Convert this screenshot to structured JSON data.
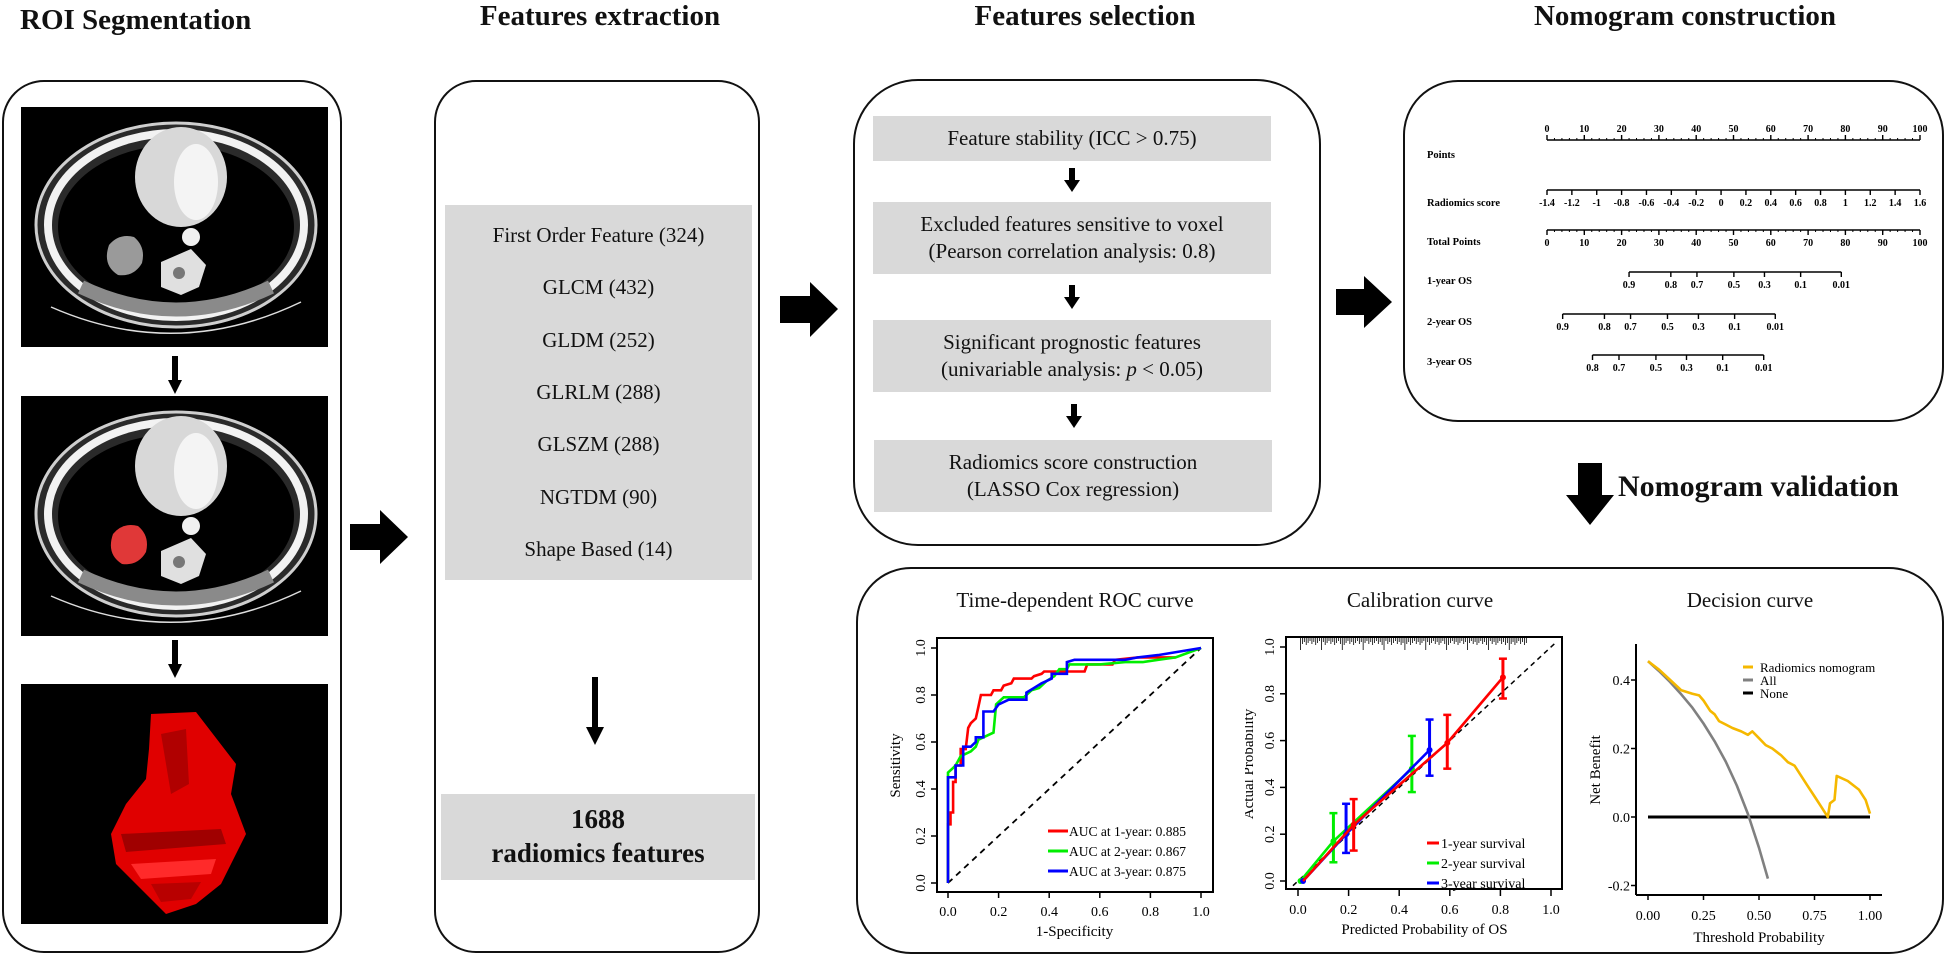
{
  "stages": {
    "roi": {
      "title": "ROI Segmentation"
    },
    "extraction": {
      "title": "Features extraction",
      "feature_groups": [
        {
          "label": "First Order Feature (324)"
        },
        {
          "label": "GLCM (432)"
        },
        {
          "label": "GLDM (252)"
        },
        {
          "label": "GLRLM (288)"
        },
        {
          "label": "GLSZM (288)"
        },
        {
          "label": "NGTDM (90)"
        },
        {
          "label": "Shape Based (14)"
        }
      ],
      "total_count": "1688",
      "total_label": "radiomics features"
    },
    "selection": {
      "title": "Features selection",
      "steps": [
        {
          "line1": "Feature stability (ICC > 0.75)",
          "line2": ""
        },
        {
          "line1": "Excluded features sensitive to voxel",
          "line2": "(Pearson correlation analysis: 0.8)"
        },
        {
          "line1": "Significant prognostic features",
          "line2_pre": "(univariable analysis: ",
          "line2_italic": "p",
          "line2_post": " < 0.05)"
        },
        {
          "line1": "Radiomics score construction",
          "line2": "(LASSO Cox regression)"
        }
      ]
    },
    "nomogram": {
      "title": "Nomogram construction",
      "rows": [
        {
          "label": "Points",
          "ticks": [
            "0",
            "10",
            "20",
            "30",
            "40",
            "50",
            "60",
            "70",
            "80",
            "90",
            "100"
          ],
          "points_range": [
            0,
            100
          ]
        },
        {
          "label": "Radiomics score",
          "ticks": [
            "-1.4",
            "-1.2",
            "-1",
            "-0.8",
            "-0.6",
            "-0.4",
            "-0.2",
            "0",
            "0.2",
            "0.4",
            "0.6",
            "0.8",
            "1",
            "1.2",
            "1.4",
            "1.6"
          ],
          "points_range": [
            0,
            100
          ]
        },
        {
          "label": "Total Points",
          "ticks": [
            "0",
            "10",
            "20",
            "30",
            "40",
            "50",
            "60",
            "70",
            "80",
            "90",
            "100"
          ],
          "points_range": [
            0,
            100
          ]
        },
        {
          "label": "1-year OS",
          "ticks": [
            "0.9",
            "0.8",
            "0.7",
            "0.5",
            "0.3",
            "0.1",
            "0.01"
          ],
          "tick_points": [
            22,
            33.2,
            40.2,
            50.1,
            58.3,
            68,
            78.9
          ]
        },
        {
          "label": "2-year OS",
          "ticks": [
            "0.9",
            "0.8",
            "0.7",
            "0.5",
            "0.3",
            "0.1",
            "0.01"
          ],
          "tick_points": [
            4.2,
            15.4,
            22.4,
            32.3,
            40.6,
            50.3,
            61.2
          ]
        },
        {
          "label": "3-year OS",
          "ticks": [
            "0.8",
            "0.7",
            "0.5",
            "0.3",
            "0.1",
            "0.01"
          ],
          "tick_points": [
            12.2,
            19.3,
            29.2,
            37.4,
            47.1,
            58.1
          ]
        }
      ]
    },
    "validation": {
      "title": "Nomogram validation"
    }
  },
  "chart_data": [
    {
      "type": "line",
      "title": "Time-dependent ROC curve",
      "xlabel": "1-Specificity",
      "ylabel": "Sensitivity",
      "xlim": [
        0,
        1
      ],
      "ylim": [
        0,
        1
      ],
      "xticks": [
        "0.0",
        "0.2",
        "0.4",
        "0.6",
        "0.8",
        "1.0"
      ],
      "yticks": [
        "0.0",
        "0.2",
        "0.4",
        "0.6",
        "0.8",
        "1.0"
      ],
      "legend_position": "bottom-right",
      "reference_line": "diagonal-dashed",
      "series": [
        {
          "name": "AUC at 1-year: 0.885",
          "color": "#ff0000",
          "points": [
            [
              0,
              0
            ],
            [
              0,
              0.25
            ],
            [
              0.01,
              0.25
            ],
            [
              0.01,
              0.3
            ],
            [
              0.02,
              0.3
            ],
            [
              0.02,
              0.43
            ],
            [
              0.03,
              0.43
            ],
            [
              0.03,
              0.5
            ],
            [
              0.05,
              0.5
            ],
            [
              0.05,
              0.57
            ],
            [
              0.07,
              0.57
            ],
            [
              0.08,
              0.66
            ],
            [
              0.09,
              0.68
            ],
            [
              0.11,
              0.7
            ],
            [
              0.12,
              0.75
            ],
            [
              0.13,
              0.8
            ],
            [
              0.17,
              0.8
            ],
            [
              0.18,
              0.82
            ],
            [
              0.21,
              0.82
            ],
            [
              0.22,
              0.84
            ],
            [
              0.25,
              0.85
            ],
            [
              0.26,
              0.87
            ],
            [
              0.33,
              0.87
            ],
            [
              0.34,
              0.88
            ],
            [
              0.37,
              0.89
            ],
            [
              0.38,
              0.9
            ],
            [
              0.42,
              0.9
            ],
            [
              0.46,
              0.9
            ],
            [
              0.54,
              0.9
            ],
            [
              0.55,
              0.93
            ],
            [
              0.65,
              0.93
            ],
            [
              0.66,
              0.95
            ],
            [
              0.75,
              0.96
            ],
            [
              0.9,
              0.96
            ]
          ]
        },
        {
          "name": "AUC at 2-year: 0.867",
          "color": "#00ee00",
          "points": [
            [
              0,
              0
            ],
            [
              0,
              0.47
            ],
            [
              0.02,
              0.49
            ],
            [
              0.03,
              0.5
            ],
            [
              0.05,
              0.54
            ],
            [
              0.07,
              0.55
            ],
            [
              0.09,
              0.56
            ],
            [
              0.11,
              0.58
            ],
            [
              0.12,
              0.61
            ],
            [
              0.14,
              0.62
            ],
            [
              0.16,
              0.63
            ],
            [
              0.18,
              0.64
            ],
            [
              0.19,
              0.76
            ],
            [
              0.22,
              0.79
            ],
            [
              0.3,
              0.79
            ],
            [
              0.33,
              0.82
            ],
            [
              0.36,
              0.83
            ],
            [
              0.39,
              0.86
            ],
            [
              0.42,
              0.88
            ],
            [
              0.44,
              0.91
            ],
            [
              0.47,
              0.91
            ],
            [
              0.48,
              0.93
            ],
            [
              0.6,
              0.93
            ],
            [
              0.7,
              0.94
            ],
            [
              0.77,
              0.94
            ],
            [
              0.83,
              0.95
            ],
            [
              0.9,
              0.96
            ],
            [
              1,
              1
            ]
          ]
        },
        {
          "name": "AUC at 3-year: 0.875",
          "color": "#0000ff",
          "points": [
            [
              0,
              0
            ],
            [
              0,
              0.45
            ],
            [
              0.03,
              0.45
            ],
            [
              0.03,
              0.5
            ],
            [
              0.06,
              0.5
            ],
            [
              0.06,
              0.58
            ],
            [
              0.09,
              0.58
            ],
            [
              0.11,
              0.6
            ],
            [
              0.11,
              0.62
            ],
            [
              0.14,
              0.62
            ],
            [
              0.14,
              0.73
            ],
            [
              0.18,
              0.73
            ],
            [
              0.2,
              0.76
            ],
            [
              0.24,
              0.78
            ],
            [
              0.31,
              0.78
            ],
            [
              0.31,
              0.81
            ],
            [
              0.34,
              0.83
            ],
            [
              0.37,
              0.85
            ],
            [
              0.39,
              0.86
            ],
            [
              0.41,
              0.87
            ],
            [
              0.41,
              0.89
            ],
            [
              0.47,
              0.89
            ],
            [
              0.47,
              0.94
            ],
            [
              0.5,
              0.95
            ],
            [
              0.7,
              0.95
            ],
            [
              0.75,
              0.96
            ],
            [
              0.83,
              0.97
            ],
            [
              1,
              1
            ]
          ]
        }
      ]
    },
    {
      "type": "line",
      "title": "Calibration curve",
      "xlabel": "Predicted Probability of OS",
      "ylabel": "Actual Probability",
      "xlim": [
        0,
        1
      ],
      "ylim": [
        0,
        1
      ],
      "xticks": [
        "0.0",
        "0.2",
        "0.4",
        "0.6",
        "0.8",
        "1.0"
      ],
      "yticks": [
        "0.0",
        "0.2",
        "0.4",
        "0.6",
        "0.8",
        "1.0"
      ],
      "legend_position": "bottom-right",
      "reference_line": "diagonal-dashed",
      "series": [
        {
          "name": "1-year survival",
          "color": "#ff0000",
          "points": [
            {
              "x": 0.22,
              "y": 0.24,
              "lo": 0.13,
              "hi": 0.35
            },
            {
              "x": 0.59,
              "y": 0.59,
              "lo": 0.48,
              "hi": 0.71
            },
            {
              "x": 0.81,
              "y": 0.87,
              "lo": 0.78,
              "hi": 0.95
            }
          ]
        },
        {
          "name": "2-year survival",
          "color": "#00ee00",
          "points": [
            {
              "x": 0.01,
              "y": 0.0,
              "lo": 0.0,
              "hi": 0.0
            },
            {
              "x": 0.14,
              "y": 0.17,
              "lo": 0.08,
              "hi": 0.29
            },
            {
              "x": 0.45,
              "y": 0.48,
              "lo": 0.38,
              "hi": 0.62
            }
          ]
        },
        {
          "name": "3-year survival",
          "color": "#0000ff",
          "points": [
            {
              "x": 0.02,
              "y": 0.0,
              "lo": 0.0,
              "hi": 0.0
            },
            {
              "x": 0.19,
              "y": 0.2,
              "lo": 0.12,
              "hi": 0.33
            },
            {
              "x": 0.52,
              "y": 0.56,
              "lo": 0.45,
              "hi": 0.69
            }
          ]
        }
      ]
    },
    {
      "type": "line",
      "title": "Decision curve",
      "xlabel": "Threshold Probability",
      "ylabel": "Net Benefit",
      "xlim": [
        0,
        1
      ],
      "ylim": [
        -0.2,
        0.5
      ],
      "xticks": [
        "0.00",
        "0.25",
        "0.50",
        "0.75",
        "1.00"
      ],
      "yticks": [
        "-0.2",
        "0.0",
        "0.2",
        "0.4"
      ],
      "legend_position": "top-right",
      "series": [
        {
          "name": "Radiomics nomogram",
          "color": "#f5b800",
          "points": [
            [
              0,
              0.455
            ],
            [
              0.05,
              0.43
            ],
            [
              0.1,
              0.4
            ],
            [
              0.15,
              0.37
            ],
            [
              0.2,
              0.36
            ],
            [
              0.23,
              0.355
            ],
            [
              0.25,
              0.34
            ],
            [
              0.28,
              0.31
            ],
            [
              0.3,
              0.3
            ],
            [
              0.32,
              0.28
            ],
            [
              0.35,
              0.27
            ],
            [
              0.38,
              0.26
            ],
            [
              0.42,
              0.25
            ],
            [
              0.45,
              0.24
            ],
            [
              0.47,
              0.25
            ],
            [
              0.5,
              0.23
            ],
            [
              0.53,
              0.21
            ],
            [
              0.56,
              0.2
            ],
            [
              0.6,
              0.18
            ],
            [
              0.63,
              0.16
            ],
            [
              0.66,
              0.15
            ],
            [
              0.69,
              0.12
            ],
            [
              0.72,
              0.09
            ],
            [
              0.75,
              0.06
            ],
            [
              0.78,
              0.03
            ],
            [
              0.8,
              0.01
            ],
            [
              0.81,
              0.0
            ],
            [
              0.82,
              0.04
            ],
            [
              0.84,
              0.05
            ],
            [
              0.85,
              0.12
            ],
            [
              0.9,
              0.105
            ],
            [
              0.95,
              0.08
            ],
            [
              0.98,
              0.05
            ],
            [
              1.0,
              0.01
            ]
          ]
        },
        {
          "name": "All",
          "color": "#808080",
          "points": [
            [
              0,
              0.455
            ],
            [
              0.05,
              0.426
            ],
            [
              0.1,
              0.394
            ],
            [
              0.15,
              0.358
            ],
            [
              0.2,
              0.319
            ],
            [
              0.25,
              0.273
            ],
            [
              0.3,
              0.221
            ],
            [
              0.35,
              0.162
            ],
            [
              0.4,
              0.092
            ],
            [
              0.45,
              0.009
            ],
            [
              0.5,
              -0.09
            ],
            [
              0.54,
              -0.18
            ]
          ]
        },
        {
          "name": "None",
          "color": "#000000",
          "points": [
            [
              0,
              0
            ],
            [
              1,
              0
            ]
          ]
        }
      ]
    }
  ]
}
